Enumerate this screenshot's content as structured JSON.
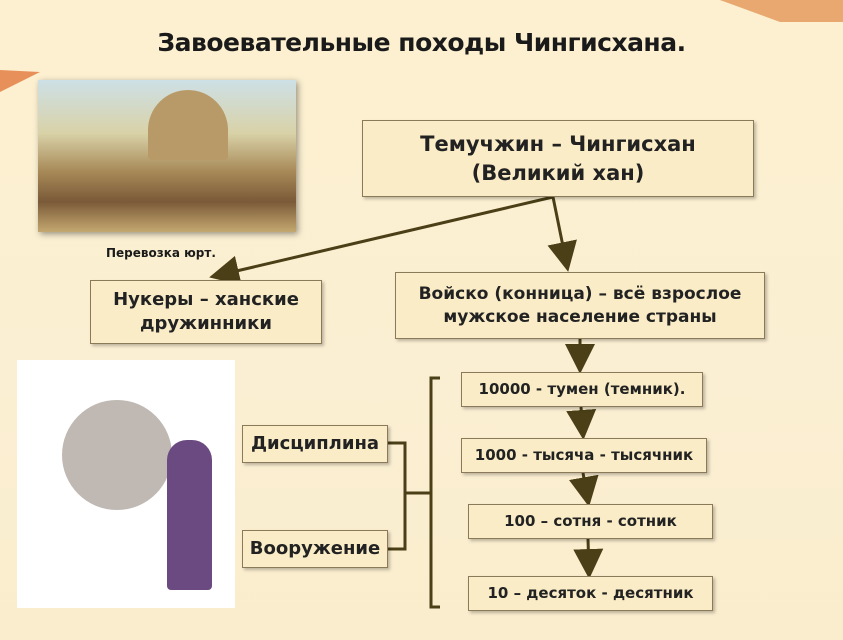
{
  "title": "Завоевательные  походы Чингисхана.",
  "image_caption": "Перевозка юрт.",
  "leader": {
    "line1": "Темучжин – Чингисхан",
    "line2": "(Великий хан)"
  },
  "nukers": {
    "line1": "Нукеры – ханские",
    "line2": "дружинники"
  },
  "army": {
    "line1": "Войско (конница) – всё взрослое",
    "line2": "мужское население страны"
  },
  "factors": [
    "Дисциплина",
    "Вооружение"
  ],
  "ranks": [
    "10000 -  тумен (темник).",
    "1000 - тысяча - тысячник",
    "100 – сотня - сотник",
    "10 – десяток - десятник"
  ],
  "colors": {
    "box_fill": "#f9ecc6",
    "line": "#4a3f16",
    "band": "#e8b46a"
  }
}
